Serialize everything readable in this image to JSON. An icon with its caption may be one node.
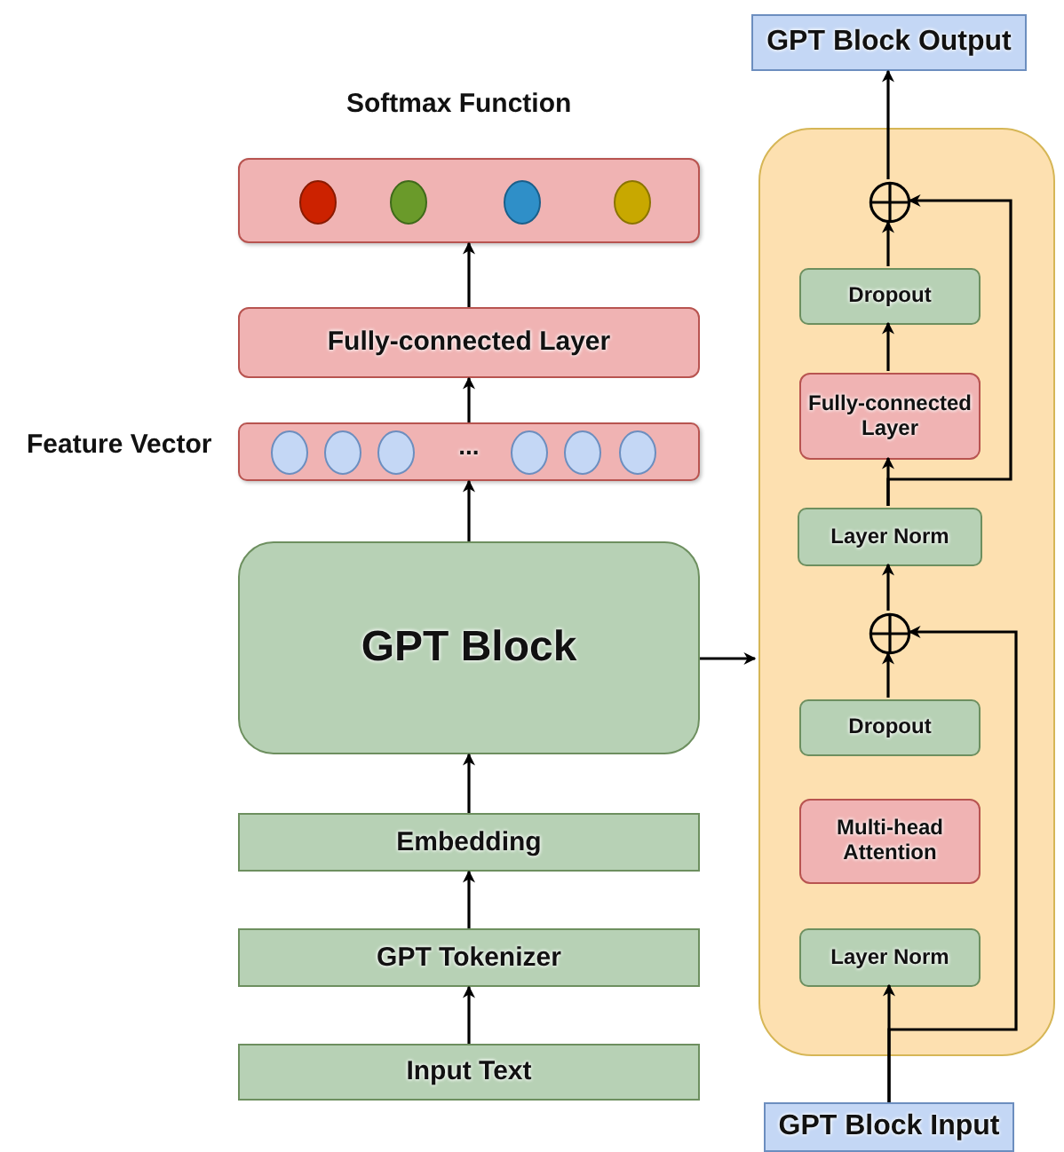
{
  "diagram": {
    "nodes": [
      {
        "text": [
          "Softmax Function"
        ]
      },
      {
        "text": [
          "Fully-connected Layer"
        ]
      },
      {
        "text": [
          "Feature Vector",
          "..."
        ]
      },
      {
        "text": [
          "GPT Block"
        ]
      },
      {
        "text": [
          "Embedding"
        ]
      },
      {
        "text": [
          "GPT Tokenizer"
        ]
      },
      {
        "text": [
          "Input Text"
        ]
      },
      {
        "text": [
          "GPT Block Output"
        ]
      },
      {
        "text": [],
        "shape": "box"
      },
      {
        "text": [],
        "shape": "circle",
        "in": 8
      },
      {
        "text": [
          "Dropout"
        ],
        "in": 8
      },
      {
        "text": [
          "Fully-connected Layer"
        ],
        "in": 8
      },
      {
        "text": [
          "Layer Norm"
        ],
        "in": 8
      },
      {
        "text": [],
        "shape": "circle",
        "in": 8
      },
      {
        "text": [
          "Dropout"
        ],
        "in": 8
      },
      {
        "text": [
          "Multi-head Attention"
        ],
        "in": 8
      },
      {
        "text": [
          "Layer Norm"
        ],
        "in": 8
      },
      {
        "text": [
          "GPT Block Input"
        ]
      }
    ],
    "edges": [
      {
        "from": 6,
        "to": 5,
        "arrow": "to"
      },
      {
        "from": 5,
        "to": 4,
        "arrow": "to"
      },
      {
        "from": 4,
        "to": 3,
        "arrow": "to"
      },
      {
        "from": 3,
        "to": 2,
        "arrow": "to"
      },
      {
        "from": 2,
        "to": 1,
        "arrow": "to"
      },
      {
        "from": 1,
        "to": 0,
        "arrow": "to"
      },
      {
        "from": 3,
        "to": 8,
        "arrow": "to"
      },
      {
        "from": 17,
        "to": 16,
        "arrow": "to"
      },
      {
        "from": 17,
        "to": 13,
        "arrow": "to"
      },
      {
        "from": 14,
        "to": 13,
        "arrow": "to"
      },
      {
        "from": 13,
        "to": 12,
        "arrow": "to"
      },
      {
        "from": 12,
        "to": 11,
        "arrow": "to"
      },
      {
        "from": 12,
        "to": 9,
        "arrow": "to"
      },
      {
        "from": 11,
        "to": 10,
        "arrow": "to"
      },
      {
        "from": 10,
        "to": 9,
        "arrow": "to"
      },
      {
        "from": 9,
        "to": 7,
        "arrow": "to"
      }
    ]
  }
}
